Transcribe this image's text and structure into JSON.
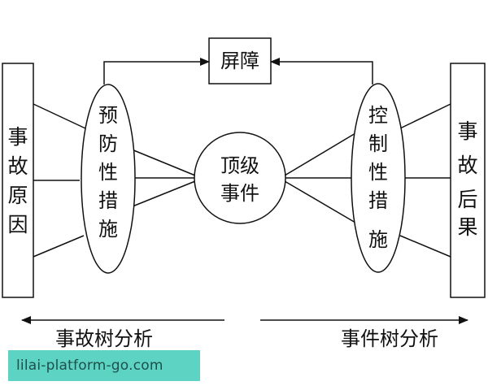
{
  "diagram": {
    "barrier_label": "屏障",
    "top_event": [
      "顶级",
      "事件"
    ],
    "left_box": [
      "事",
      "故",
      "原",
      "因"
    ],
    "right_box": [
      "事",
      "故",
      "后",
      "果"
    ],
    "left_oval": [
      "预",
      "防",
      "性",
      "措",
      "施"
    ],
    "right_oval": [
      "控",
      "制",
      "性",
      "措",
      "施"
    ],
    "fault_tree_label": "事故树分析",
    "event_tree_label": "事件树分析",
    "line_color": "#111111"
  },
  "watermark": "lilai-platform-go.com"
}
